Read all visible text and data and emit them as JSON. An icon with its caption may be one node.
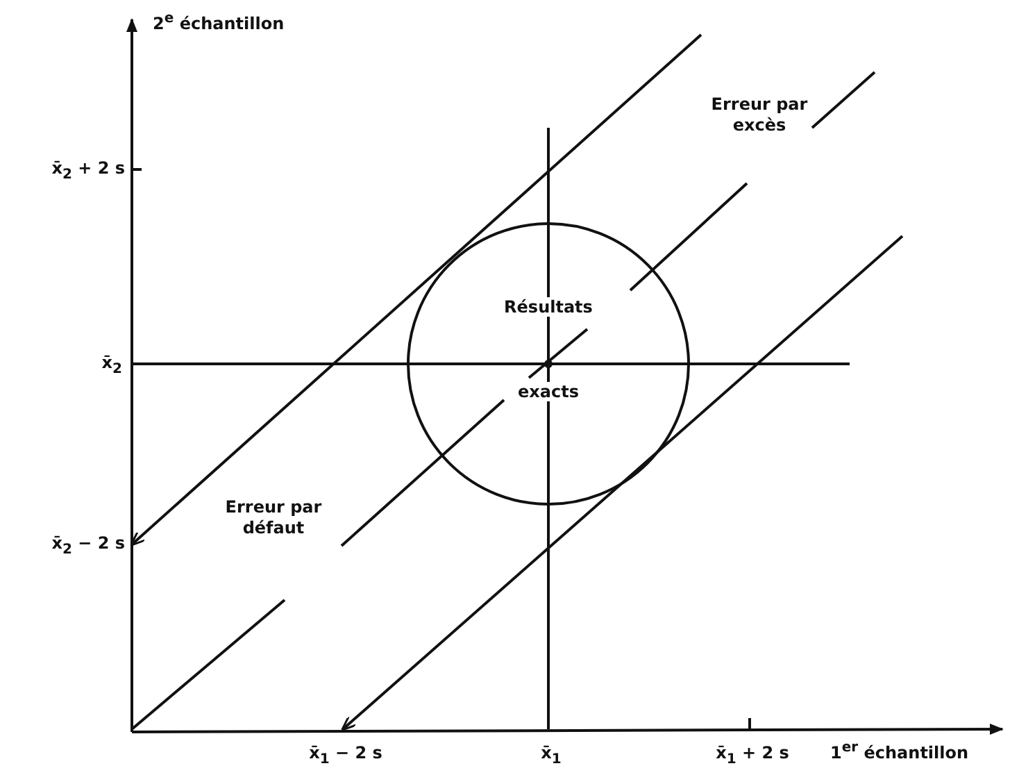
{
  "diagram": {
    "nodes": [
      {
        "text": [
          "Résultats",
          "exacts"
        ]
      }
    ],
    "edges": [],
    "labels": [
      "2$^{e}$ échantillon",
      "x̄$_{2}$ + 2 s",
      "Erreur par excès",
      "x̄$_{2}$",
      "x̄$_{2}$ − 2 s",
      "Erreur par défaut",
      "x̄$_{1}$ − 2 s",
      "x̄$_{1}$",
      "x̄$_{1}$ + 2 s",
      "1$^{er}$ échantillon"
    ]
  }
}
